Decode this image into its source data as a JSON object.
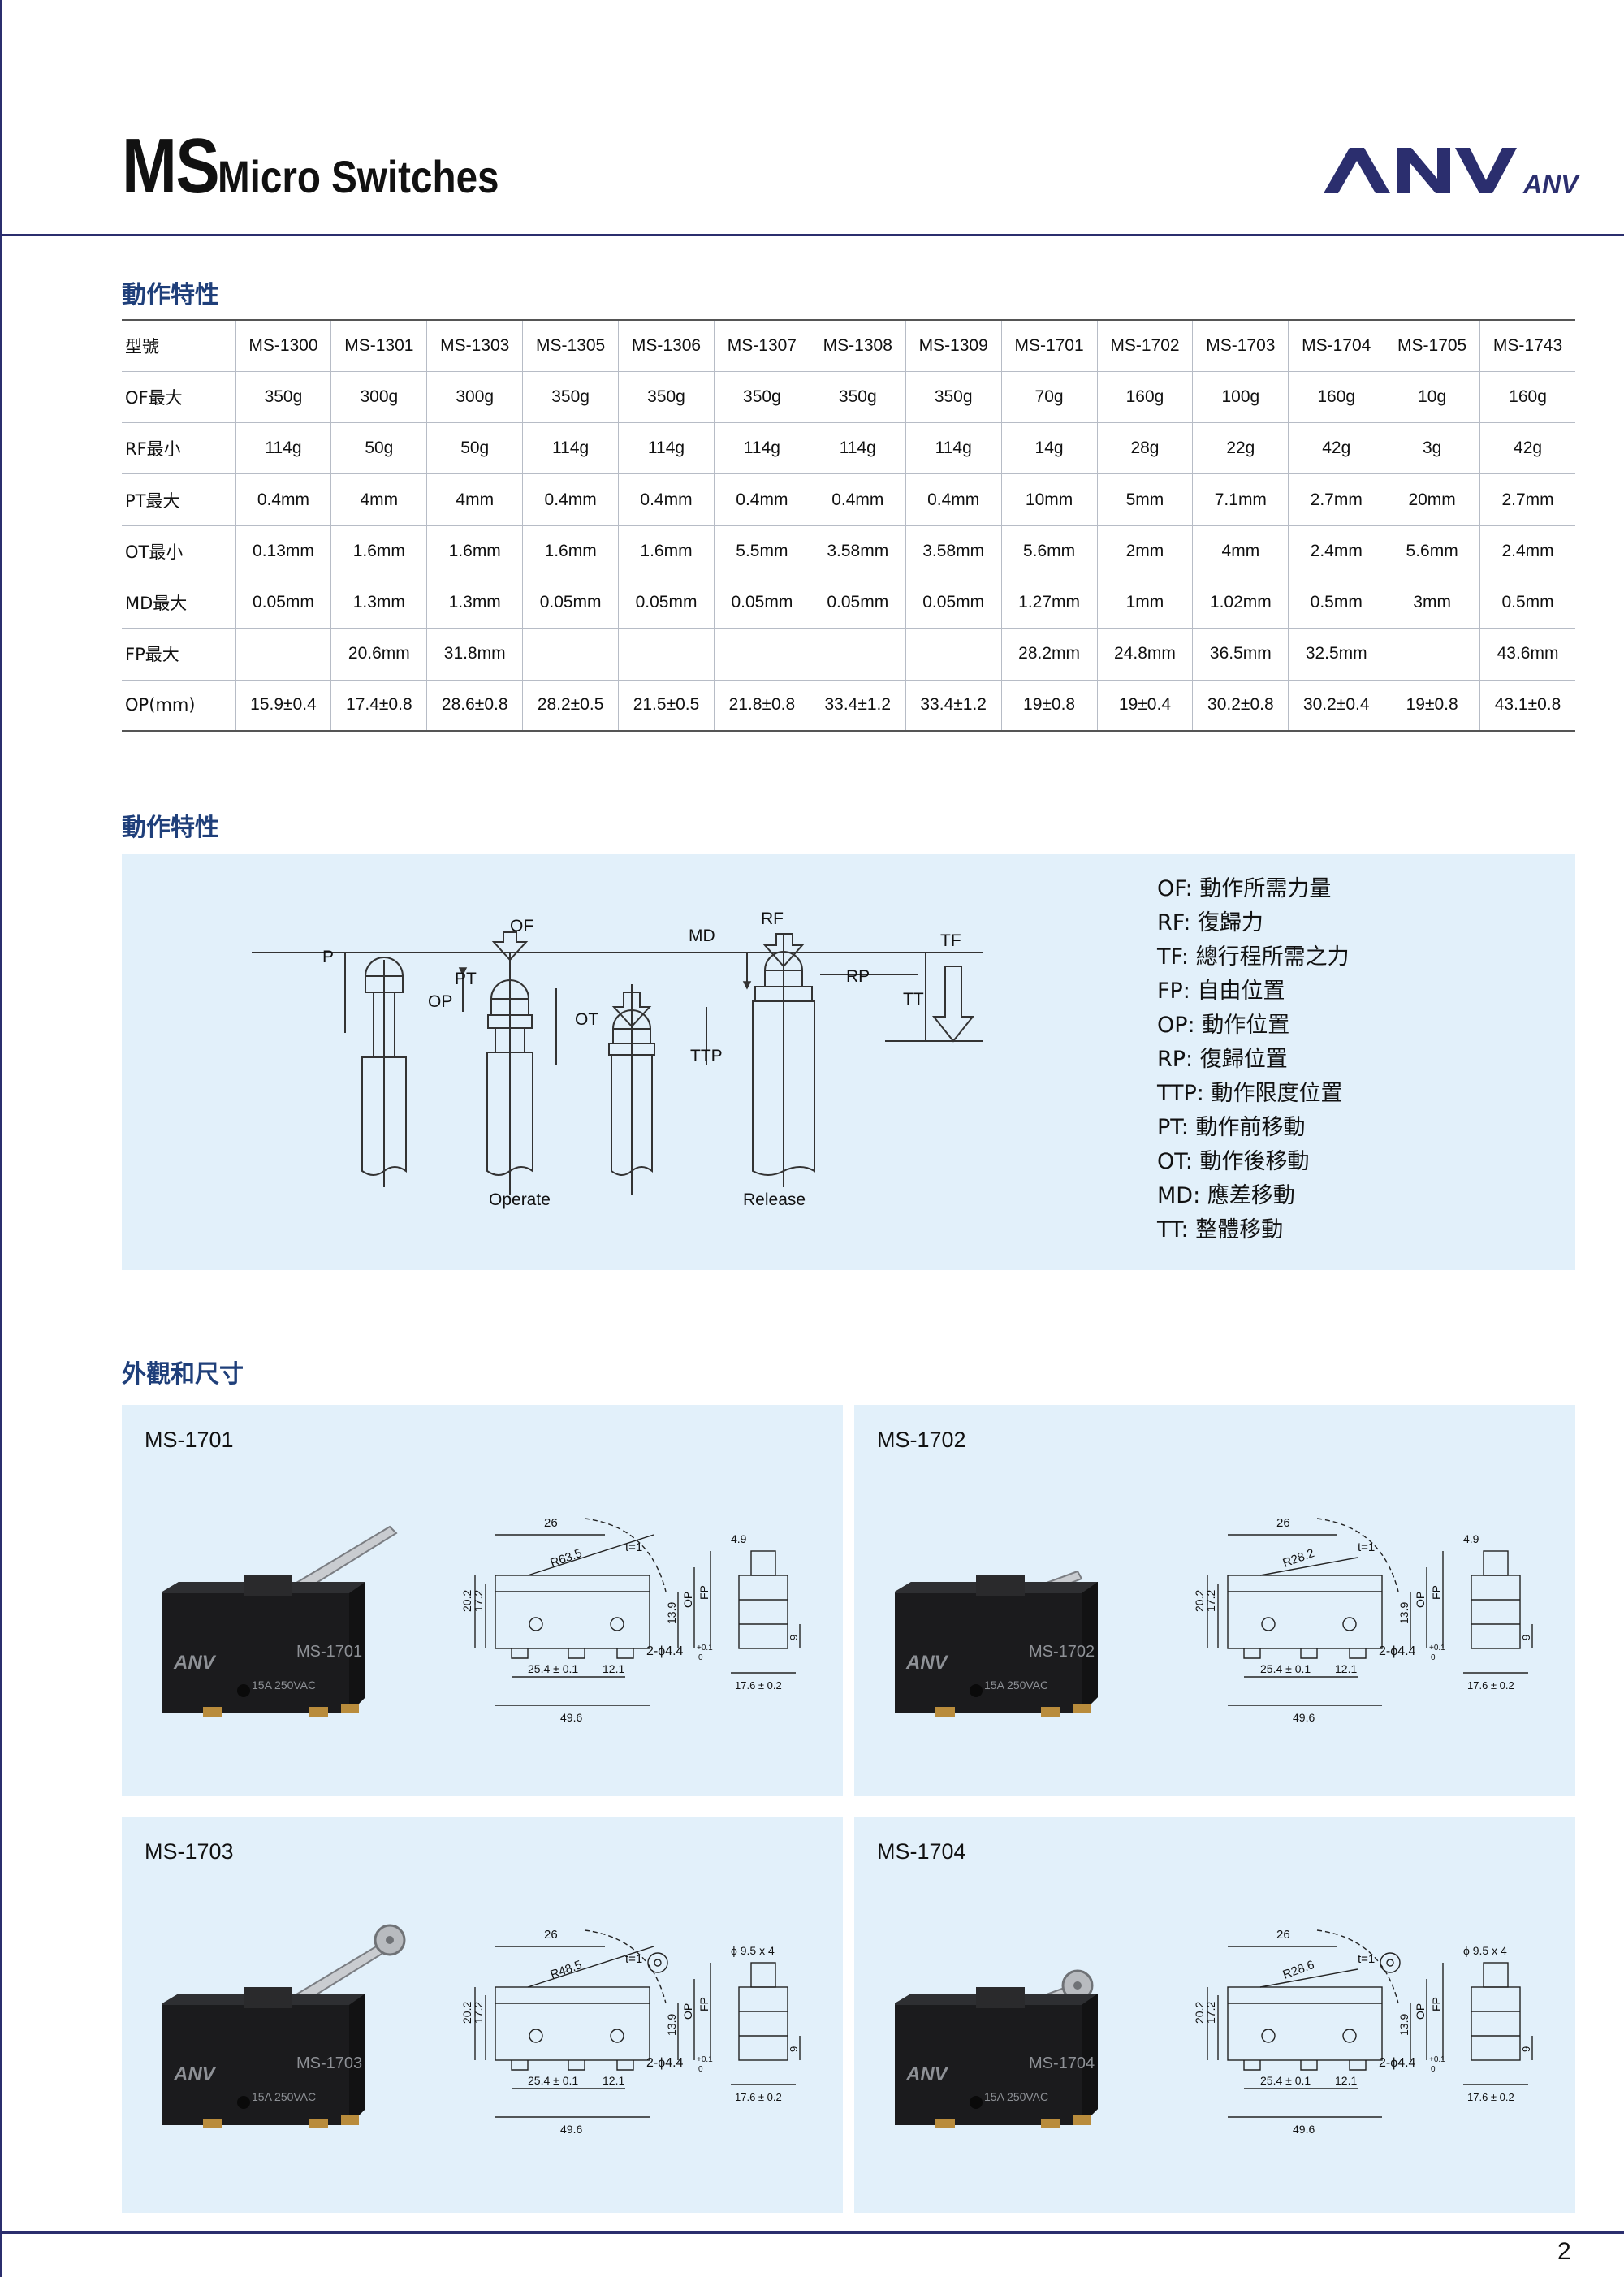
{
  "header": {
    "title_main": "MS",
    "title_sub": "Micro Switches",
    "logo_text": "ANV",
    "logo_small": "ANV"
  },
  "sections": {
    "spec_heading": "動作特性",
    "op_heading": "動作特性",
    "dim_heading": "外觀和尺寸"
  },
  "spec_table": {
    "rows": [
      {
        "label": "型號",
        "cells": [
          "MS-1300",
          "MS-1301",
          "MS-1303",
          "MS-1305",
          "MS-1306",
          "MS-1307",
          "MS-1308",
          "MS-1309",
          "MS-1701",
          "MS-1702",
          "MS-1703",
          "MS-1704",
          "MS-1705",
          "MS-1743"
        ]
      },
      {
        "label": "OF最大",
        "cells": [
          "350g",
          "300g",
          "300g",
          "350g",
          "350g",
          "350g",
          "350g",
          "350g",
          "70g",
          "160g",
          "100g",
          "160g",
          "10g",
          "160g"
        ]
      },
      {
        "label": "RF最小",
        "cells": [
          "114g",
          "50g",
          "50g",
          "114g",
          "114g",
          "114g",
          "114g",
          "114g",
          "14g",
          "28g",
          "22g",
          "42g",
          "3g",
          "42g"
        ]
      },
      {
        "label": "PT最大",
        "cells": [
          "0.4mm",
          "4mm",
          "4mm",
          "0.4mm",
          "0.4mm",
          "0.4mm",
          "0.4mm",
          "0.4mm",
          "10mm",
          "5mm",
          "7.1mm",
          "2.7mm",
          "20mm",
          "2.7mm"
        ]
      },
      {
        "label": "OT最小",
        "cells": [
          "0.13mm",
          "1.6mm",
          "1.6mm",
          "1.6mm",
          "1.6mm",
          "5.5mm",
          "3.58mm",
          "3.58mm",
          "5.6mm",
          "2mm",
          "4mm",
          "2.4mm",
          "5.6mm",
          "2.4mm"
        ]
      },
      {
        "label": "MD最大",
        "cells": [
          "0.05mm",
          "1.3mm",
          "1.3mm",
          "0.05mm",
          "0.05mm",
          "0.05mm",
          "0.05mm",
          "0.05mm",
          "1.27mm",
          "1mm",
          "1.02mm",
          "0.5mm",
          "3mm",
          "0.5mm"
        ]
      },
      {
        "label": "FP最大",
        "cells": [
          "",
          "20.6mm",
          "31.8mm",
          "",
          "",
          "",
          "",
          "",
          "28.2mm",
          "24.8mm",
          "36.5mm",
          "32.5mm",
          "",
          "43.6mm"
        ]
      },
      {
        "label": "OP(mm)",
        "cells": [
          "15.9±0.4",
          "17.4±0.8",
          "28.6±0.8",
          "28.2±0.5",
          "21.5±0.5",
          "21.8±0.8",
          "33.4±1.2",
          "33.4±1.2",
          "19±0.8",
          "19±0.4",
          "30.2±0.8",
          "30.2±0.4",
          "19±0.8",
          "43.1±0.8"
        ]
      }
    ]
  },
  "op_diagram": {
    "labels": {
      "P": "P",
      "PT": "PT",
      "OP": "OP",
      "OF": "OF",
      "OT": "OT",
      "MD": "MD",
      "TTP": "TTP",
      "RF": "RF",
      "RP": "RP",
      "TT": "TT",
      "TF": "TF",
      "operate": "Operate",
      "release": "Release"
    }
  },
  "legend": [
    "OF: 動作所需力量",
    "RF: 復歸力",
    "TF: 總行程所需之力",
    "FP: 自由位置",
    "OP: 動作位置",
    "RP: 復歸位置",
    "TTP: 動作限度位置",
    "PT: 動作前移動",
    "OT: 動作後移動",
    "MD: 應差移動",
    "TT: 整體移動"
  ],
  "dimension_panels": [
    {
      "model": "MS-1701",
      "body_label": "MS-1701",
      "brand": "ANV",
      "rating": "15A 250VAC",
      "radius": "R63.5",
      "dims": {
        "top": "26",
        "t": "t=1",
        "h1": "20.2",
        "h2": "17.2",
        "h3": "13.9",
        "op": "OP",
        "fp": "FP",
        "w1": "4.9",
        "hole": "2-ϕ4.4",
        "tol": "+0.1",
        "tol0": "0",
        "b1": "25.4 ± 0.1",
        "b2": "12.1",
        "total": "49.6",
        "side": "17.6 ± 0.2",
        "nine": "9"
      }
    },
    {
      "model": "MS-1702",
      "body_label": "MS-1702",
      "brand": "ANV",
      "rating": "15A 250VAC",
      "radius": "R28.2",
      "dims": {
        "top": "26",
        "t": "t=1",
        "h1": "20.2",
        "h2": "17.2",
        "h3": "13.9",
        "op": "OP",
        "fp": "FP",
        "w1": "4.9",
        "hole": "2-ϕ4.4",
        "tol": "+0.1",
        "tol0": "0",
        "b1": "25.4 ± 0.1",
        "b2": "12.1",
        "total": "49.6",
        "side": "17.6 ± 0.2",
        "nine": "9"
      }
    },
    {
      "model": "MS-1703",
      "body_label": "MS-1703",
      "brand": "ANV",
      "rating": "15A 250VAC",
      "radius": "R48.5",
      "dims": {
        "top": "26",
        "t": "t=1",
        "h1": "20.2",
        "h2": "17.2",
        "h3": "13.9",
        "op": "OP",
        "fp": "FP",
        "w1": "ϕ 9.5 x 4",
        "hole": "2-ϕ4.4",
        "tol": "+0.1",
        "tol0": "0",
        "b1": "25.4 ± 0.1",
        "b2": "12.1",
        "total": "49.6",
        "side": "17.6 ± 0.2",
        "nine": "9"
      }
    },
    {
      "model": "MS-1704",
      "body_label": "MS-1704",
      "brand": "ANV",
      "rating": "15A 250VAC",
      "radius": "R28.6",
      "dims": {
        "top": "26",
        "t": "t=1",
        "h1": "20.2",
        "h2": "17.2",
        "h3": "13.9",
        "op": "OP",
        "fp": "FP",
        "w1": "ϕ 9.5 x 4",
        "hole": "2-ϕ4.4",
        "tol": "+0.1",
        "tol0": "0",
        "b1": "25.4 ± 0.1",
        "b2": "12.1",
        "total": "49.6",
        "side": "17.6 ± 0.2",
        "nine": "9"
      }
    }
  ],
  "page_number": "2",
  "colors": {
    "accent": "#2b2e6e",
    "heading": "#1f3f7a",
    "panel": "#e2f0fa"
  }
}
